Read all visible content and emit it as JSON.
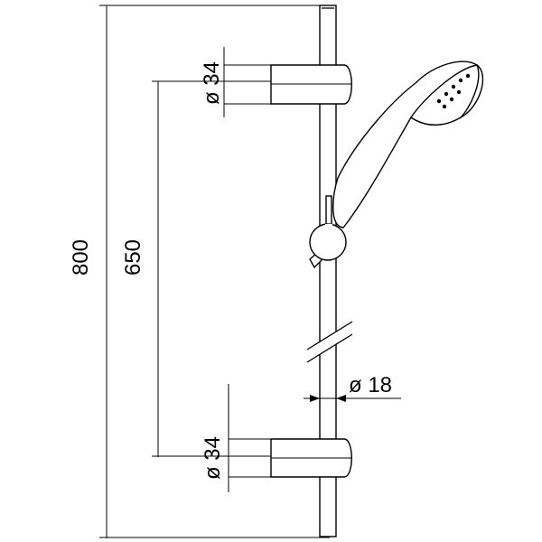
{
  "diagram": {
    "type": "technical-drawing",
    "subject": "shower slide rail with hand shower",
    "dimensions": {
      "total_length": "800",
      "bracket_spacing": "650",
      "bracket_top_diameter": "ø 34",
      "bracket_bottom_diameter": "ø 34",
      "rail_diameter": "ø 18"
    }
  }
}
